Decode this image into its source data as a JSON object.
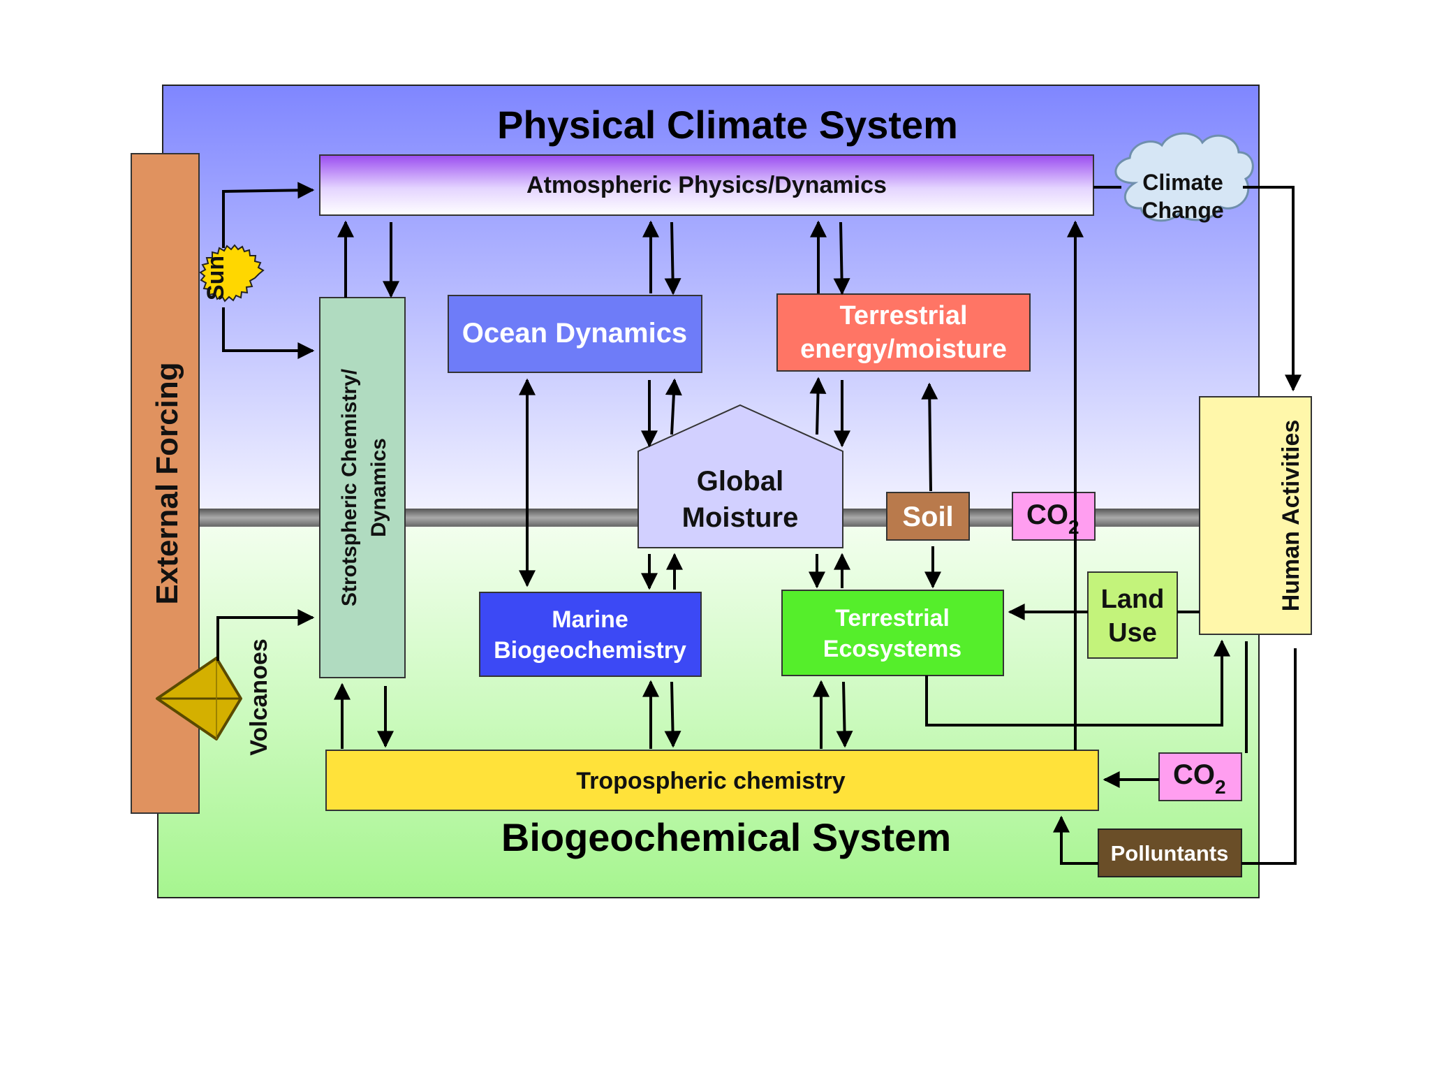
{
  "titles": {
    "physical": "Physical Climate System",
    "biogeochemical": "Biogeochemical System"
  },
  "side": {
    "external_forcing": "External Forcing",
    "sun": "Sun",
    "volcanoes": "Volcanoes",
    "human_activities": "Human Activities"
  },
  "boxes": {
    "atmospheric": "Atmospheric Physics/Dynamics",
    "strat_line1": "Strotspheric Chemistry/",
    "strat_line2": "Dynamics",
    "ocean": "Ocean Dynamics",
    "terr_energy_line1": "Terrestrial",
    "terr_energy_line2": "energy/moisture",
    "global_line1": "Global",
    "global_line2": "Moisture",
    "soil": "Soil",
    "co2_main": "CO",
    "co2_sub": "2",
    "marine_line1": "Marine",
    "marine_line2": "Biogeochemistry",
    "terr_eco_line1": "Terrestrial",
    "terr_eco_line2": "Ecosystems",
    "land_line1": "Land",
    "land_line2": "Use",
    "tropo": "Tropospheric chemistry",
    "pollutants": "Polluntants",
    "climate_line1": "Climate",
    "climate_line2": "Change"
  },
  "colors": {
    "physical_top": "#7f86ff",
    "physical_bottom": "#f4f4ff",
    "bio_top": "#f4fff0",
    "bio_bottom": "#a6f58f",
    "external": "#e0925f",
    "sun": "#ffd700",
    "strat": "#b0dbc0",
    "ocean": "#6e7cf8",
    "terr_energy": "#ff7565",
    "global": "#d2d0ff",
    "soil": "#b97a4c",
    "co2": "#ff9ef0",
    "marine": "#3c49f5",
    "terr_eco": "#55ee2b",
    "land": "#c3f37b",
    "human": "#fff7aa",
    "tropo": "#ffe23a",
    "pollutants": "#6a4e28",
    "cloud": "#d6e6f5"
  }
}
